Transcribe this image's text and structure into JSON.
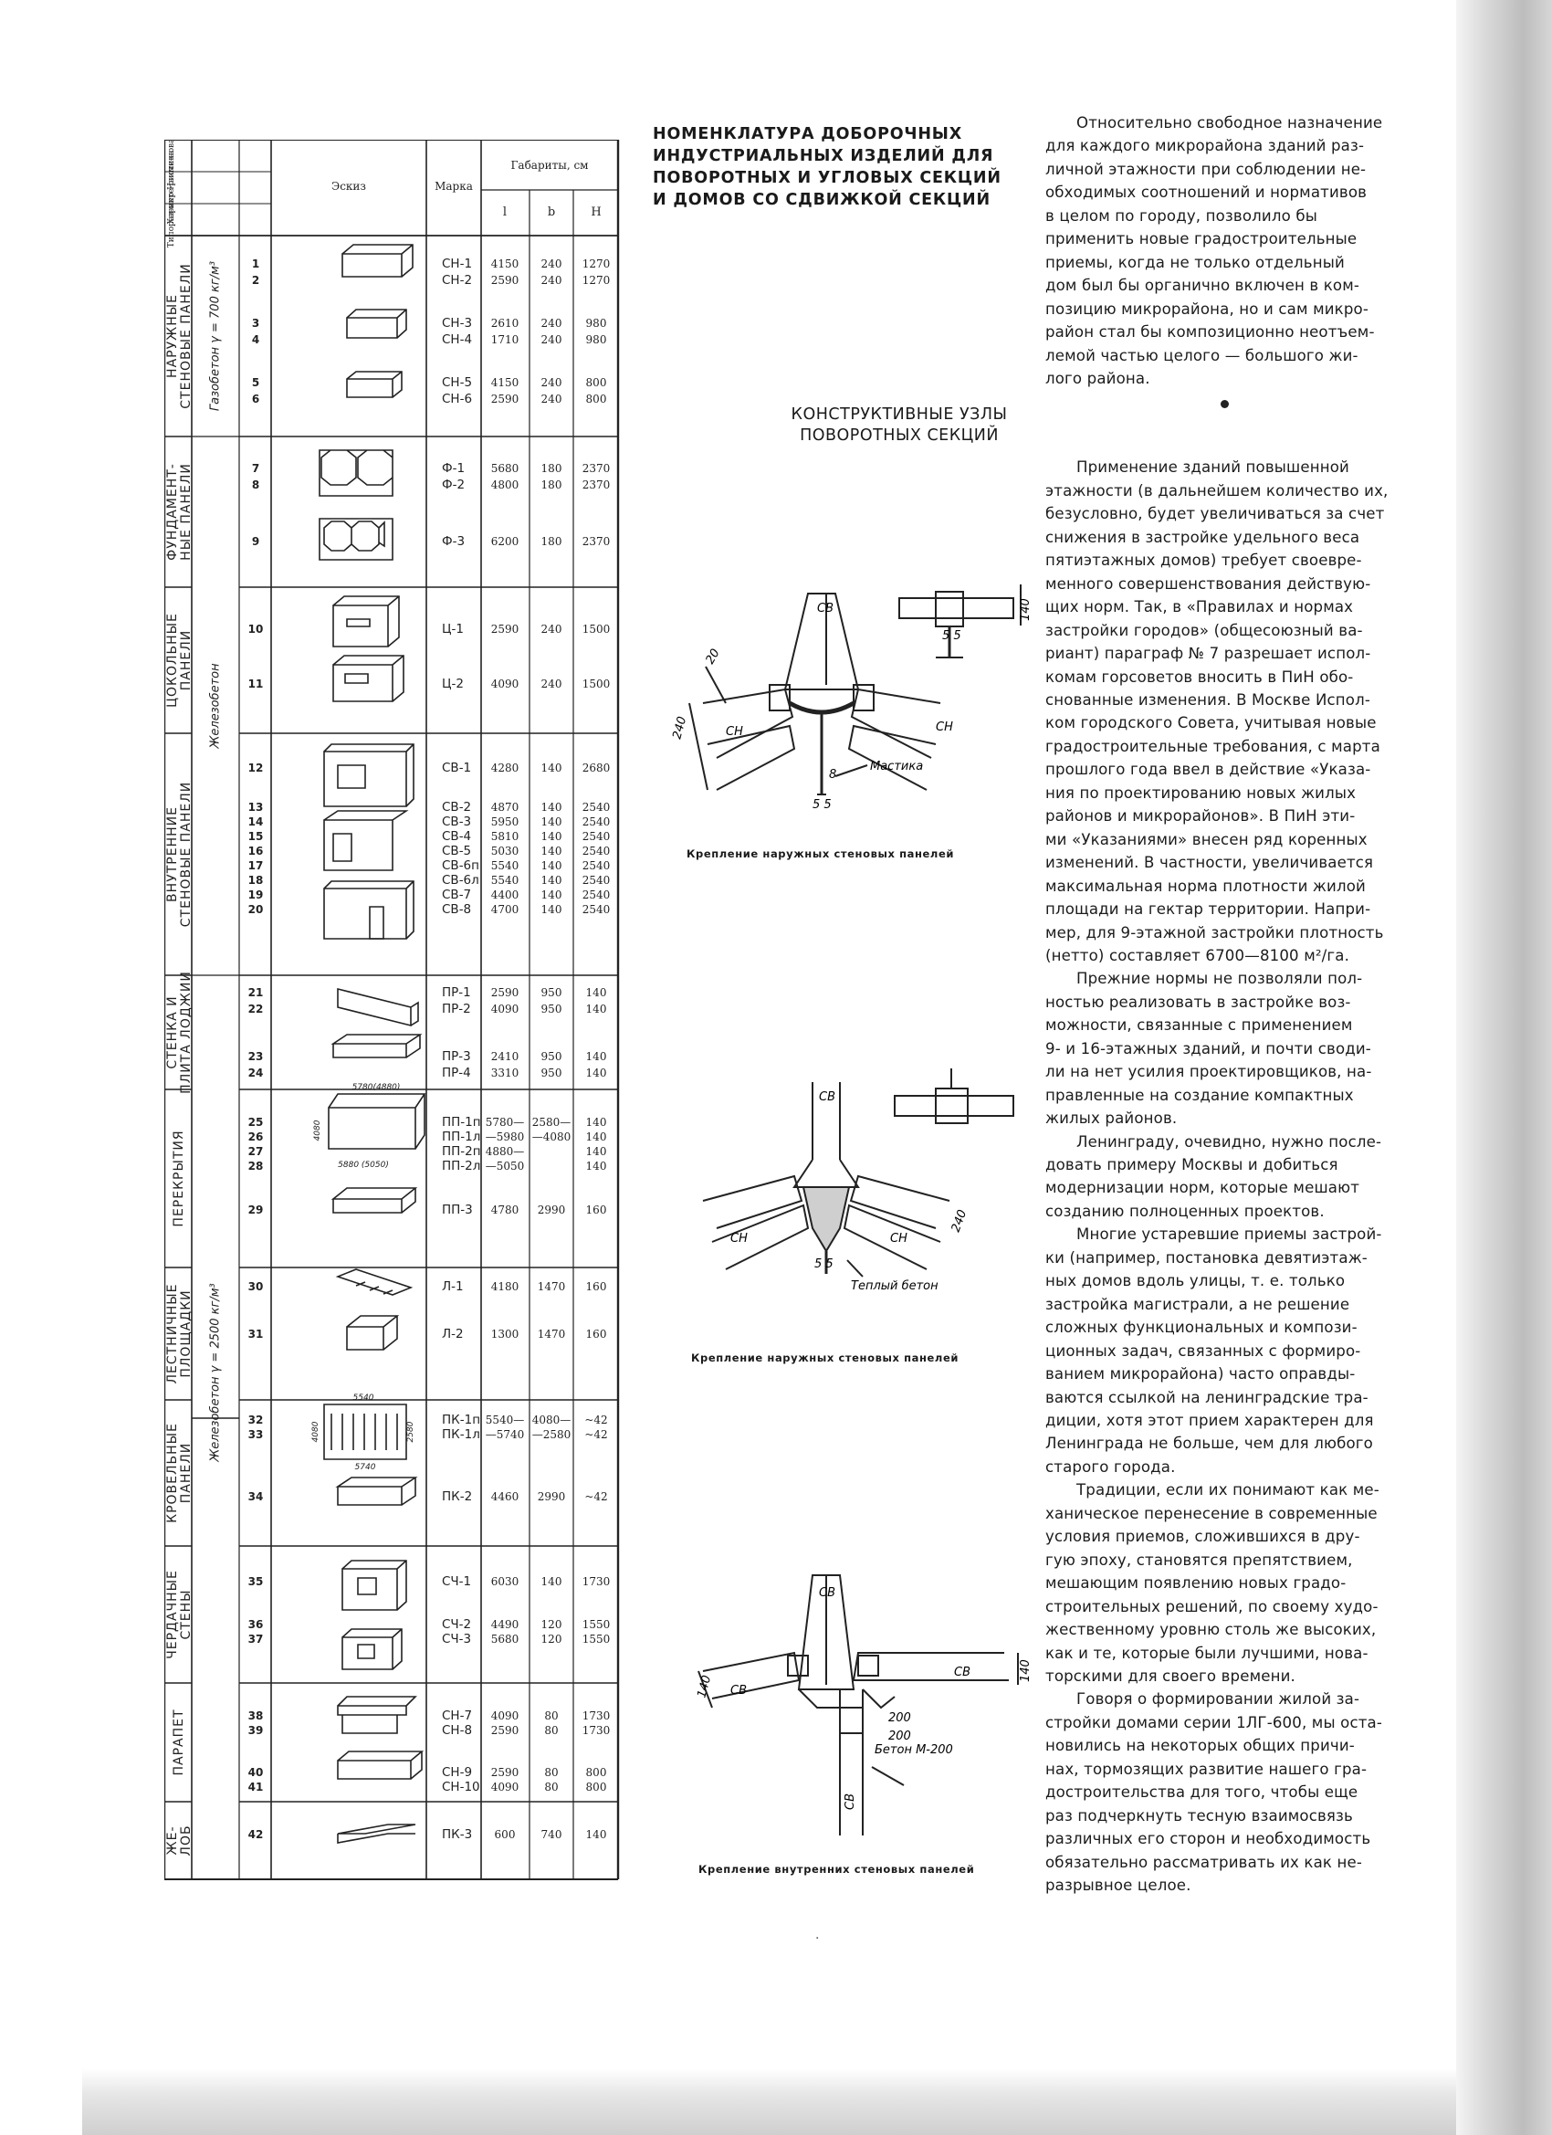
{
  "table": {
    "head_name": "Наиме-нование",
    "head_char": "Характе-ристика",
    "head_type": "Типораз-мер",
    "head_sketch": "Эскиз",
    "head_mark": "Марка",
    "head_dims": "Габариты, см",
    "dim_l": "l",
    "dim_b": "b",
    "dim_h": "H",
    "groups": [
      {
        "name": [
          "НАРУЖНЫЕ",
          "СТЕНОВЫЕ ПАНЕЛИ"
        ]
      },
      {
        "name": [
          "ФУНДАМЕНТ-",
          "НЫЕ ПАНЕЛИ"
        ]
      },
      {
        "name": [
          "ЦОКОЛЬНЫЕ",
          "ПАНЕЛИ"
        ]
      },
      {
        "name": [
          "ВНУТРЕННИЕ",
          "СТЕНОВЫЕ ПАНЕЛИ"
        ]
      },
      {
        "name": [
          "СТЕНКА И",
          "ПЛИТА ЛОДЖИИ"
        ]
      },
      {
        "name": [
          "ПЕРЕКРЫТИЯ"
        ]
      },
      {
        "name": [
          "ЛЕСТНИЧНЫЕ",
          "ПЛОЩАДКИ"
        ]
      },
      {
        "name": [
          "КРОВЕЛЬНЫЕ",
          "ПАНЕЛИ"
        ]
      },
      {
        "name": [
          "ЧЕРДАЧНЫЕ",
          "СТЕНЫ"
        ]
      },
      {
        "name": [
          "ПАРАПЕТ"
        ]
      },
      {
        "name": [
          "ЖЕ-",
          "ЛОБ"
        ]
      }
    ],
    "characteristics": [
      "Газобетон γ = 700 кг/м³",
      "Железобетон",
      "Железобетон γ = 2500 кг/м³"
    ],
    "rows": [
      {
        "n": "1",
        "mark": "СН-1",
        "l": "4150",
        "b": "240",
        "h": "1270"
      },
      {
        "n": "2",
        "mark": "СН-2",
        "l": "2590",
        "b": "240",
        "h": "1270"
      },
      {
        "n": "3",
        "mark": "СН-3",
        "l": "2610",
        "b": "240",
        "h": "980"
      },
      {
        "n": "4",
        "mark": "СН-4",
        "l": "1710",
        "b": "240",
        "h": "980"
      },
      {
        "n": "5",
        "mark": "СН-5",
        "l": "4150",
        "b": "240",
        "h": "800"
      },
      {
        "n": "6",
        "mark": "СН-6",
        "l": "2590",
        "b": "240",
        "h": "800"
      },
      {
        "n": "7",
        "mark": "Ф-1",
        "l": "5680",
        "b": "180",
        "h": "2370"
      },
      {
        "n": "8",
        "mark": "Ф-2",
        "l": "4800",
        "b": "180",
        "h": "2370"
      },
      {
        "n": "9",
        "mark": "Ф-3",
        "l": "6200",
        "b": "180",
        "h": "2370"
      },
      {
        "n": "10",
        "mark": "Ц-1",
        "l": "2590",
        "b": "240",
        "h": "1500"
      },
      {
        "n": "11",
        "mark": "Ц-2",
        "l": "4090",
        "b": "240",
        "h": "1500"
      },
      {
        "n": "12",
        "mark": "СВ-1",
        "l": "4280",
        "b": "140",
        "h": "2680"
      },
      {
        "n": "13",
        "mark": "СВ-2",
        "l": "4870",
        "b": "140",
        "h": "2540"
      },
      {
        "n": "14",
        "mark": "СВ-3",
        "l": "5950",
        "b": "140",
        "h": "2540"
      },
      {
        "n": "15",
        "mark": "СВ-4",
        "l": "5810",
        "b": "140",
        "h": "2540"
      },
      {
        "n": "16",
        "mark": "СВ-5",
        "l": "5030",
        "b": "140",
        "h": "2540"
      },
      {
        "n": "17",
        "mark": "СВ-6п",
        "l": "5540",
        "b": "140",
        "h": "2540"
      },
      {
        "n": "18",
        "mark": "СВ-6л",
        "l": "5540",
        "b": "140",
        "h": "2540"
      },
      {
        "n": "19",
        "mark": "СВ-7",
        "l": "4400",
        "b": "140",
        "h": "2540"
      },
      {
        "n": "20",
        "mark": "СВ-8",
        "l": "4700",
        "b": "140",
        "h": "2540"
      },
      {
        "n": "21",
        "mark": "ПР-1",
        "l": "2590",
        "b": "950",
        "h": "140"
      },
      {
        "n": "22",
        "mark": "ПР-2",
        "l": "4090",
        "b": "950",
        "h": "140"
      },
      {
        "n": "23",
        "mark": "ПР-3",
        "l": "2410",
        "b": "950",
        "h": "140"
      },
      {
        "n": "24",
        "mark": "ПР-4",
        "l": "3310",
        "b": "950",
        "h": "140"
      },
      {
        "n": "25",
        "mark": "ПП-1п",
        "l": "5780—",
        "b": "2580—",
        "h": "140"
      },
      {
        "n": "26",
        "mark": "ПП-1л",
        "l": "—5980",
        "b": "—4080",
        "h": "140"
      },
      {
        "n": "27",
        "mark": "ПП-2п",
        "l": "4880—",
        "b": "",
        "h": "140"
      },
      {
        "n": "28",
        "mark": "ПП-2л",
        "l": "—5050",
        "b": "",
        "h": "140"
      },
      {
        "n": "29",
        "mark": "ПП-3",
        "l": "4780",
        "b": "2990",
        "h": "160"
      },
      {
        "n": "30",
        "mark": "Л-1",
        "l": "4180",
        "b": "1470",
        "h": "160"
      },
      {
        "n": "31",
        "mark": "Л-2",
        "l": "1300",
        "b": "1470",
        "h": "160"
      },
      {
        "n": "32",
        "mark": "ПК-1п",
        "l": "5540—",
        "b": "4080—",
        "h": "~42"
      },
      {
        "n": "33",
        "mark": "ПК-1л",
        "l": "—5740",
        "b": "—2580",
        "h": "~42"
      },
      {
        "n": "34",
        "mark": "ПК-2",
        "l": "4460",
        "b": "2990",
        "h": "~42"
      },
      {
        "n": "35",
        "mark": "СЧ-1",
        "l": "6030",
        "b": "140",
        "h": "1730"
      },
      {
        "n": "36",
        "mark": "СЧ-2",
        "l": "4490",
        "b": "120",
        "h": "1550"
      },
      {
        "n": "37",
        "mark": "СЧ-3",
        "l": "5680",
        "b": "120",
        "h": "1550"
      },
      {
        "n": "38",
        "mark": "СН-7",
        "l": "4090",
        "b": "80",
        "h": "1730"
      },
      {
        "n": "39",
        "mark": "СН-8",
        "l": "2590",
        "b": "80",
        "h": "1730"
      },
      {
        "n": "40",
        "mark": "СН-9",
        "l": "2590",
        "b": "80",
        "h": "800"
      },
      {
        "n": "41",
        "mark": "СН-10",
        "l": "4090",
        "b": "80",
        "h": "800"
      },
      {
        "n": "42",
        "mark": "ПК-3",
        "l": "600",
        "b": "740",
        "h": "140"
      }
    ],
    "sketch_dims": {
      "a": "5780(4880)",
      "b": "5880 (5050)",
      "c": "4080",
      "d": "5540",
      "e": "5740",
      "f": "4080",
      "g": "2580"
    }
  },
  "heading": [
    "НОМЕНКЛАТУРА ДОБОРОЧНЫХ",
    "ИНДУСТРИАЛЬНЫХ ИЗДЕЛИЙ ДЛЯ",
    "ПОВОРОТНЫХ И УГЛОВЫХ СЕКЦИЙ",
    "И ДОМОВ СО СДВИЖКОЙ СЕКЦИЙ"
  ],
  "subheading": [
    "КОНСТРУКТИВНЫЕ УЗЛЫ",
    "ПОВОРОТНЫХ СЕКЦИЙ"
  ],
  "figures": [
    {
      "caption": "Крепление наружных стеновых панелей",
      "labels": {
        "sv": "СВ",
        "sn1": "СН",
        "sn2": "СН",
        "mastika": "Мастика",
        "d240": "240",
        "d20": "20",
        "d140": "140",
        "d55": "5 5",
        "d55b": "5 5",
        "d8": "8"
      }
    },
    {
      "caption": "Крепление наружных стеновых панелей",
      "labels": {
        "sv": "СВ",
        "sn1": "СН",
        "sn2": "СН",
        "warm": "Теплый бетон",
        "d240": "240",
        "d55": "5 5"
      }
    },
    {
      "caption": "Крепление внутренних стеновых панелей",
      "labels": {
        "sv1": "СВ",
        "sv2": "СВ",
        "sv3": "СВ",
        "sv4": "СВ",
        "beton": "Бетон М-200",
        "d140a": "140",
        "d140b": "140",
        "d200a": "200",
        "d200b": "200"
      }
    }
  ],
  "paragraphs": [
    {
      "lines": [
        "Относительно свободное назначение",
        "для каждого микрорайона зданий раз-",
        "личной этажности при соблюдении не-",
        "обходимых соотношений и нормативов",
        "в целом по городу, позволило бы",
        "применить новые градостроительные",
        "приемы, когда не только отдельный",
        "дом был бы органично включен в ком-",
        "позицию микрорайона, но и сам микро-",
        "район стал бы композиционно неотъем-",
        "лемой частью целого — большого жи-",
        "лого района."
      ]
    },
    {
      "lines": [
        "Применение зданий повышенной",
        "этажности (в дальнейшем количество их,",
        "безусловно, будет увеличиваться за счет",
        "снижения в застройке удельного веса",
        "пятиэтажных домов) требует своевре-",
        "менного совершенствования действую-",
        "щих норм. Так, в «Правилах и нормах",
        "застройки городов» (общесоюзный ва-",
        "риант) параграф № 7 разрешает испол-",
        "комам горсоветов вносить в ПиН обо-",
        "снованные изменения. В Москве Испол-",
        "ком городского Совета, учитывая новые",
        "градостроительные требования, с марта",
        "прошлого года ввел в действие «Указа-",
        "ния по проектированию новых жилых",
        "районов и микрорайонов». В ПиН эти-",
        "ми «Указаниями» внесен ряд коренных",
        "изменений. В частности, увеличивается",
        "максимальная норма плотности жилой",
        "площади на гектар территории. Напри-",
        "мер, для 9-этажной застройки плотность",
        "(нетто) составляет 6700—8100 м²/га."
      ]
    },
    {
      "lines": [
        "Прежние нормы не позволяли пол-",
        "ностью реализовать в застройке воз-",
        "можности, связанные с применением",
        "9- и 16-этажных зданий, и почти своди-",
        "ли на нет усилия проектировщиков, на-",
        "правленные на создание компактных",
        "жилых районов."
      ]
    },
    {
      "lines": [
        "Ленинграду, очевидно, нужно после-",
        "довать примеру Москвы и добиться",
        "модернизации норм, которые мешают",
        "созданию полноценных проектов."
      ]
    },
    {
      "lines": [
        "Многие устаревшие приемы застрой-",
        "ки (например, постановка девятиэтаж-",
        "ных домов вдоль улицы, т. е. только",
        "застройка магистрали, а не решение",
        "сложных функциональных и компози-",
        "ционных задач, связанных с формиро-",
        "ванием микрорайона) часто оправды-",
        "ваются ссылкой на ленинградские тра-",
        "диции, хотя этот прием характерен для",
        "Ленинграда не больше, чем для любого",
        "старого города."
      ]
    },
    {
      "lines": [
        "Традиции, если их понимают как ме-",
        "ханическое перенесение в современные",
        "условия приемов, сложившихся в дру-",
        "гую эпоху, становятся препятствием,",
        "мешающим появлению новых градо-",
        "строительных решений, по своему худо-",
        "жественному уровню столь же высоких,",
        "как и те, которые были лучшими, нова-",
        "торскими для своего времени."
      ]
    },
    {
      "lines": [
        "Говоря о формировании жилой за-",
        "стройки домами серии 1ЛГ-600, мы оста-",
        "новились на некоторых общих причи-",
        "нах, тормозящих развитие нашего гра-",
        "достроительства для того, чтобы еще",
        "раз подчеркнуть тесную взаимосвязь",
        "различных его сторон и необходимость",
        "обязательно рассматривать их как не-",
        "разрывное целое."
      ]
    }
  ]
}
